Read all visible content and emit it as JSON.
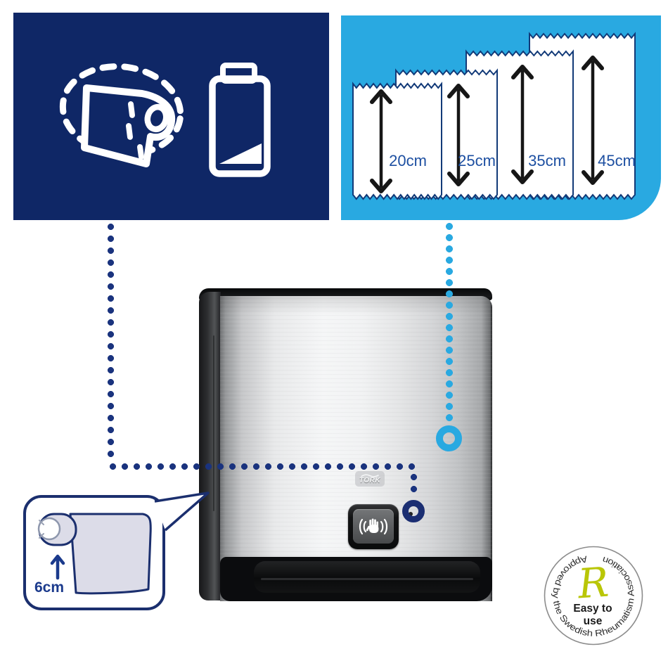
{
  "colors": {
    "navy_panel": "#0f2766",
    "blue_panel": "#29a9e1",
    "navy_accent": "#1a337e",
    "label_blue": "#1d4fa1",
    "arrow_black": "#161616",
    "lime": "#b9c607",
    "paper_fill": "#dcdce8"
  },
  "refill_panel": {
    "icons": [
      {
        "name": "paper-roll-refill-icon"
      },
      {
        "name": "battery-low-icon"
      }
    ]
  },
  "chart_data": {
    "type": "diagram",
    "title": "",
    "categories": [
      "towel length option 1",
      "towel length option 2",
      "towel length option 3",
      "towel length option 4"
    ],
    "values": [
      20,
      25,
      35,
      45
    ],
    "unit": "cm",
    "labels": [
      "20cm",
      "25cm",
      "35cm",
      "45cm"
    ]
  },
  "callout": {
    "measurement": "6cm"
  },
  "dispenser": {
    "brand": "TORK"
  },
  "badge": {
    "curved_text": "Approved by the Swedish Rheumatism Association",
    "monogram": "R",
    "line1": "Easy to",
    "line2": "use"
  }
}
